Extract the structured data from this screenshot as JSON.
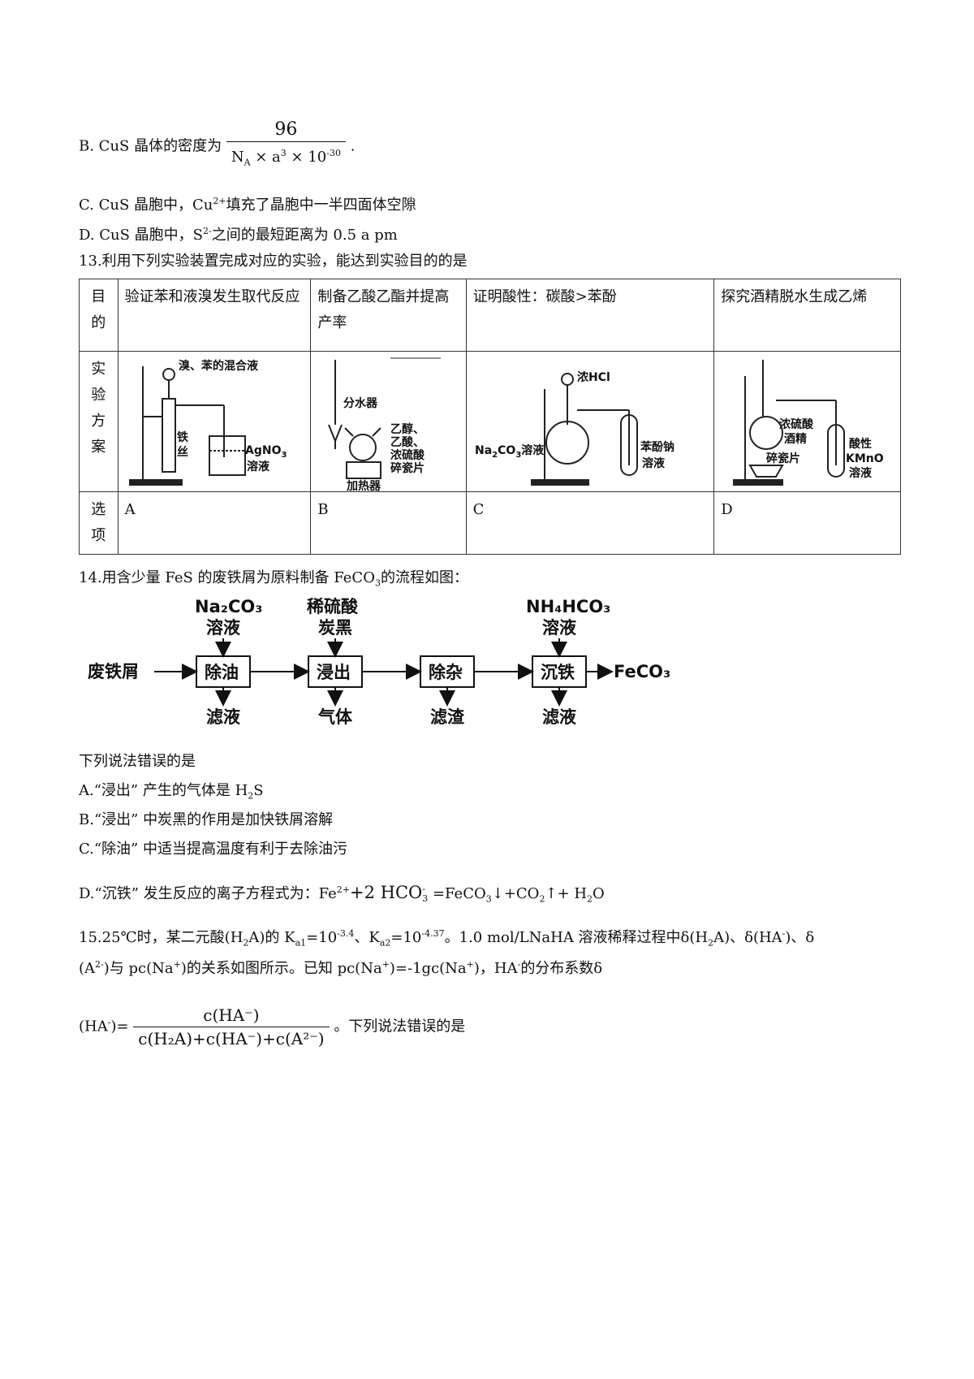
{
  "lines": {
    "b_prefix": "B. CuS 晶体的密度为",
    "b_num": "96",
    "b_den_na": "N",
    "b_den_a_sub": "A",
    "b_den_rest": " × a",
    "b_den_cube": "3",
    "b_den_mid": " × 10",
    "b_den_exp": "-30",
    "b_end": ".",
    "c_a": "C. CuS 晶胞中，Cu",
    "c_sup": "2+",
    "c_b": "填充了晶胞中一半四面体空隙",
    "d_a": "D. CuS 晶胞中，S",
    "d_sup": "2-",
    "d_b": "之间的最短距离为 0.5 a pm",
    "q13": "13.利用下列实验装置完成对应的实验，能达到实验目的的是"
  },
  "table": {
    "row_headers": [
      [
        "目",
        "的"
      ],
      [
        "实",
        "验",
        "方",
        "案"
      ],
      [
        "选",
        "项"
      ]
    ],
    "purposes": [
      "验证苯和液溴发生取代反应",
      "制备乙酸乙酯并提高产率",
      "证明酸性：碳酸>苯酚",
      "探究酒精脱水生成乙烯"
    ],
    "options": [
      "A",
      "B",
      "C",
      "D"
    ],
    "labels": {
      "a1": "溴、苯的混合液",
      "a2": "铁",
      "a3": "丝",
      "a4": "AgNO",
      "a4sub": "3",
      "a5": "溶液",
      "b1": "分水器",
      "b2": "乙醇、",
      "b3": "乙酸、",
      "b4": "浓硫酸",
      "b5": "碎瓷片",
      "b6": "加热器",
      "c1": "浓HCl",
      "c2": "Na",
      "c2sub": "2",
      "c2b": "CO",
      "c2sub2": "3",
      "c2c": "溶液",
      "c3": "苯酚钠",
      "c4": "溶液",
      "d1": "浓硫酸",
      "d2": "酒精",
      "d3": "碎瓷片",
      "d4": "酸性",
      "d5": "KMnO",
      "d6": "溶液"
    }
  },
  "q14": {
    "intro_a": "14.用含少量 FeS 的废铁屑为原料制备 FeCO",
    "intro_sub": "3",
    "intro_b": "的流程如图：",
    "flow": {
      "start": "废铁屑",
      "steps": [
        "除油",
        "浸出",
        "除杂",
        "沉铁"
      ],
      "inputs": [
        [
          "Na₂CO₃",
          "溶液"
        ],
        [
          "稀硫酸",
          "炭黑"
        ],
        [],
        [
          "NH₄HCO₃",
          "溶液"
        ]
      ],
      "outputs": [
        "滤液",
        "气体",
        "滤渣",
        "滤液"
      ],
      "end": "FeCO₃"
    },
    "stem": "下列说法错误的是",
    "opt_a": "A.“浸出”  产生的气体是 H",
    "opt_a_sub": "2",
    "opt_a_end": "S",
    "opt_b": "B.“浸出”  中炭黑的作用是加快铁屑溶解",
    "opt_c": "C.“除油”  中适当提高温度有利于去除油污",
    "opt_d_a": "D.“沉铁”  发生反应的离子方程式为：Fe",
    "opt_d_sup1": "2+",
    "opt_d_b": "+2 HCO",
    "opt_d_sup2": "-",
    "opt_d_sub2": "3",
    "opt_d_c": " =FeCO",
    "opt_d_sub3": "3",
    "opt_d_d": "↓+CO",
    "opt_d_sub4": "2",
    "opt_d_e": "↑+ H",
    "opt_d_sub5": "2",
    "opt_d_f": "O"
  },
  "q15": {
    "l1_a": "15.25℃时，某二元酸(H",
    "l1_sub1": "2",
    "l1_b": "A)的 K",
    "l1_sub2": "a1",
    "l1_c": "=10",
    "l1_sup1": "-3.4",
    "l1_d": "、K",
    "l1_sub3": "a2",
    "l1_e": "=10",
    "l1_sup2": "-4.37",
    "l1_f": "。1.0 mol/LNaHA 溶液稀释过程中δ(H",
    "l1_sub4": "2",
    "l1_g": "A)、δ(HA",
    "l1_sup3": "-",
    "l1_h": ")、δ",
    "l2_a": "(A",
    "l2_sup1": "2-",
    "l2_b": ")与  pc(Na",
    "l2_sup2": "+",
    "l2_c": ")的关系如图所示。已知 pc(Na",
    "l2_sup3": "+",
    "l2_d": ")=-1gc(Na",
    "l2_sup4": "+",
    "l2_e": ")，HA",
    "l2_sup5": "-",
    "l2_f": "的分布系数δ",
    "l3_a": "(HA",
    "l3_sup": "-",
    "l3_b": ")=",
    "l3_num": "c(HA⁻)",
    "l3_den": "c(H₂A)+c(HA⁻)+c(A²⁻)",
    "l3_end": "。下列说法错误的是"
  }
}
